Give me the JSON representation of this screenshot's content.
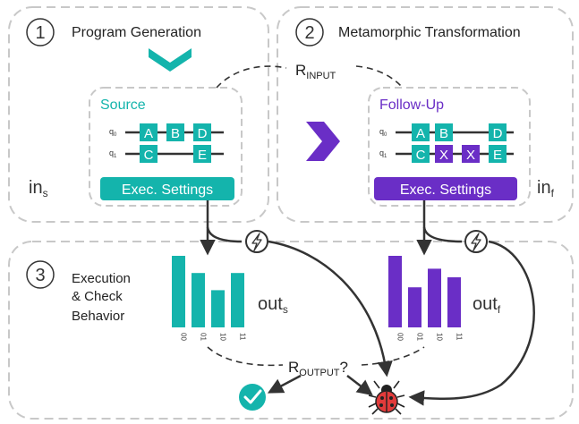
{
  "colors": {
    "teal": "#14b4ac",
    "purple": "#6a2ec6",
    "dash": "#c8c8c8",
    "dark": "#333333",
    "bug": "#e23b3b"
  },
  "section1": {
    "number": "1",
    "title": "Program Generation"
  },
  "section2": {
    "number": "2",
    "title": "Metamorphic Transformation"
  },
  "section3": {
    "number": "3",
    "title_line1": "Execution",
    "title_line2": "& Check",
    "title_line3": "Behavior"
  },
  "relation_input": {
    "main": "R",
    "sub": "INPUT"
  },
  "relation_output": {
    "main": "R",
    "sub": "OUTPUT",
    "suffix": "?"
  },
  "source": {
    "title": "Source",
    "qubit0": "q",
    "qubit0_sub": "0",
    "qubit1": "q",
    "qubit1_sub": "1",
    "gates_q0": [
      "A",
      "B",
      "D"
    ],
    "gates_q1": [
      "C",
      "E"
    ],
    "settings": "Exec. Settings",
    "input_main": "in",
    "input_sub": "s",
    "output_main": "out",
    "output_sub": "s"
  },
  "followup": {
    "title": "Follow-Up",
    "qubit0": "q",
    "qubit0_sub": "0",
    "qubit1": "q",
    "qubit1_sub": "1",
    "gates_q0": [
      "A",
      "B",
      "D"
    ],
    "gates_q1": [
      "C",
      "X",
      "X",
      "E"
    ],
    "settings": "Exec. Settings",
    "input_main": "in",
    "input_sub": "f",
    "output_main": "out",
    "output_sub": "f"
  },
  "chart_data": [
    {
      "type": "bar",
      "categories": [
        "00",
        "01",
        "10",
        "11"
      ],
      "series": [
        {
          "values": [
            1.0,
            0.76,
            0.52,
            0.76
          ]
        }
      ],
      "ylim": [
        0,
        1
      ]
    },
    {
      "type": "bar",
      "categories": [
        "00",
        "01",
        "10",
        "11"
      ],
      "series": [
        {
          "values": [
            1.0,
            0.56,
            0.82,
            0.7
          ]
        }
      ],
      "ylim": [
        0,
        1
      ]
    }
  ],
  "icons": {
    "lightning": "lightning-icon",
    "check": "check-circle-icon",
    "bug": "bug-icon",
    "chevron_down": "chevron-down-icon",
    "chevron_right": "chevron-right-icon"
  }
}
